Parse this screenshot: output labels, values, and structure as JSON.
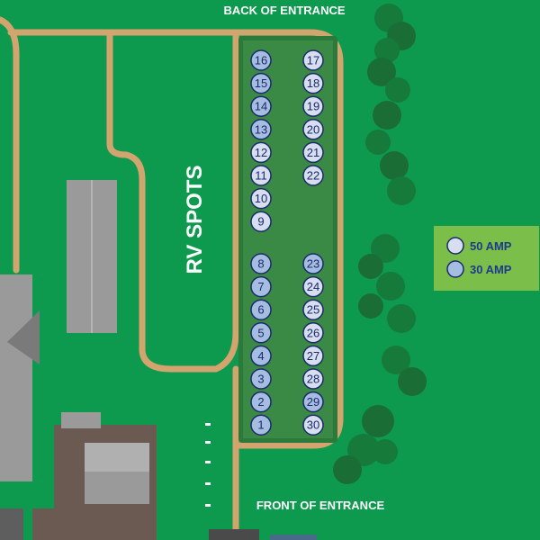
{
  "labels": {
    "back": "BACK OF ENTRANCE",
    "front": "FRONT OF ENTRANCE",
    "rv": "RV SPOTS"
  },
  "legend": {
    "amp50": "50 AMP",
    "amp30": "30 AMP"
  },
  "colors": {
    "grass": "#0e9a4e",
    "road": "#d3a46e",
    "building": "#9a9a9a",
    "tree": "#157a3a",
    "legend_bg": "#7bbf4a",
    "spot_50": "#d6def0",
    "spot_30": "#a6bde2"
  },
  "spots": {
    "left_upper": [
      "16",
      "15",
      "14",
      "13",
      "12",
      "11",
      "10",
      "9"
    ],
    "left_lower": [
      "8",
      "7",
      "6",
      "5",
      "4",
      "3",
      "2",
      "1"
    ],
    "right_upper": [
      "17",
      "18",
      "19",
      "20",
      "21",
      "22"
    ],
    "right_lower": [
      "23",
      "24",
      "25",
      "26",
      "27",
      "28",
      "29",
      "30"
    ]
  }
}
